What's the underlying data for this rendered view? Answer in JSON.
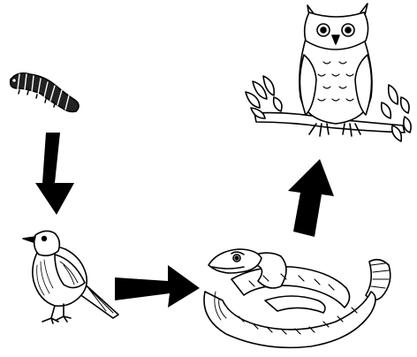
{
  "diagram": {
    "type": "food-chain",
    "nodes": [
      {
        "id": "caterpillar",
        "icon": "caterpillar-icon"
      },
      {
        "id": "robin",
        "icon": "robin-icon"
      },
      {
        "id": "snake",
        "icon": "snake-icon"
      },
      {
        "id": "owl",
        "icon": "owl-icon"
      }
    ],
    "edges": [
      {
        "from": "caterpillar",
        "to": "robin"
      },
      {
        "from": "robin",
        "to": "snake"
      },
      {
        "from": "snake",
        "to": "owl"
      }
    ]
  },
  "colors": {
    "background": "#ffffff",
    "ink": "#000000"
  }
}
